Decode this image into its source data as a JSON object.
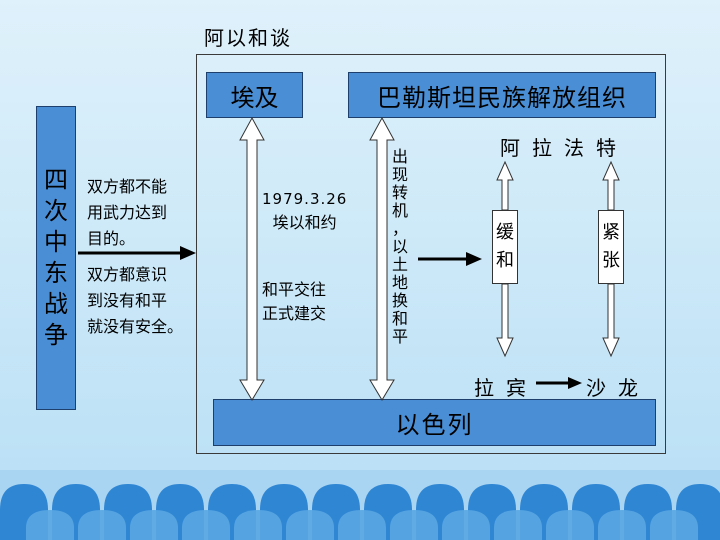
{
  "title": "阿以和谈",
  "side_label": [
    "四",
    "次",
    "中",
    "东",
    "战",
    "争"
  ],
  "side_notes": {
    "note_a": [
      "双方都不能",
      "用武力达到",
      "目的。"
    ],
    "note_b": [
      "双方都意识",
      "到没有和平",
      "就没有安全。"
    ]
  },
  "egypt": "埃及",
  "plo": "巴勒斯坦民族解放组织",
  "israel": "以色列",
  "treaty": {
    "year": "1979.3.26",
    "name": "埃以和约"
  },
  "relations": [
    "和平交往",
    "正式建交"
  ],
  "turning_point": [
    "出",
    "现",
    "转",
    "机",
    "，",
    "以",
    "土",
    "地",
    "换",
    "和",
    "平"
  ],
  "arafat": "阿拉法特",
  "ease": [
    "缓",
    "和"
  ],
  "tense": [
    "紧",
    "张"
  ],
  "rabin": "拉宾",
  "sharon": "沙龙",
  "colors": {
    "box_fill": "#4a8fd6",
    "box_border": "#1e3f6b",
    "deco_blue": "#2f86d3"
  }
}
